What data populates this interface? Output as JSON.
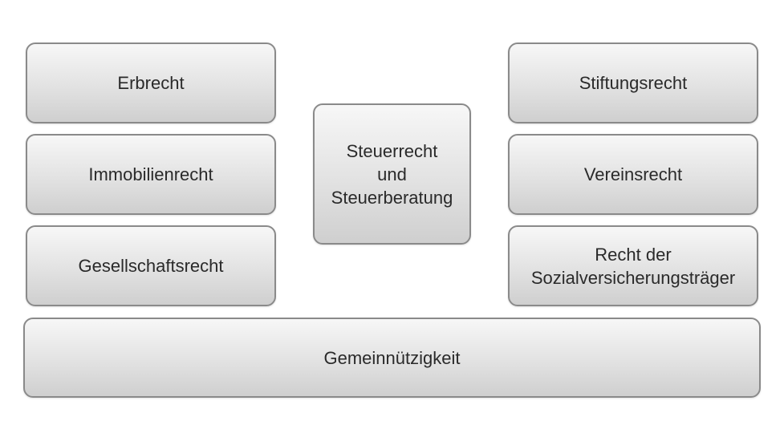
{
  "diagram": {
    "boxes": {
      "erbrecht": {
        "lines": [
          "Erbrecht"
        ]
      },
      "immobilienrecht": {
        "lines": [
          "Immobilienrecht"
        ]
      },
      "gesellschaftsrecht": {
        "lines": [
          "Gesellschaftsrecht"
        ]
      },
      "steuerrecht": {
        "lines": [
          "Steuerrecht",
          "und",
          "Steuerberatung"
        ]
      },
      "stiftungsrecht": {
        "lines": [
          "Stiftungsrecht"
        ]
      },
      "vereinsrecht": {
        "lines": [
          "Vereinsrecht"
        ]
      },
      "sozialversicherung": {
        "lines": [
          "Recht der",
          "Sozialversicherungsträger"
        ]
      },
      "gemeinnuetzigkeit": {
        "lines": [
          "Gemeinnützigkeit"
        ]
      }
    },
    "colors": {
      "border": "#8a8a8a",
      "text": "#2a2a2a",
      "fill_top": "#f7f7f7",
      "fill_bottom": "#cfcfcf"
    }
  }
}
